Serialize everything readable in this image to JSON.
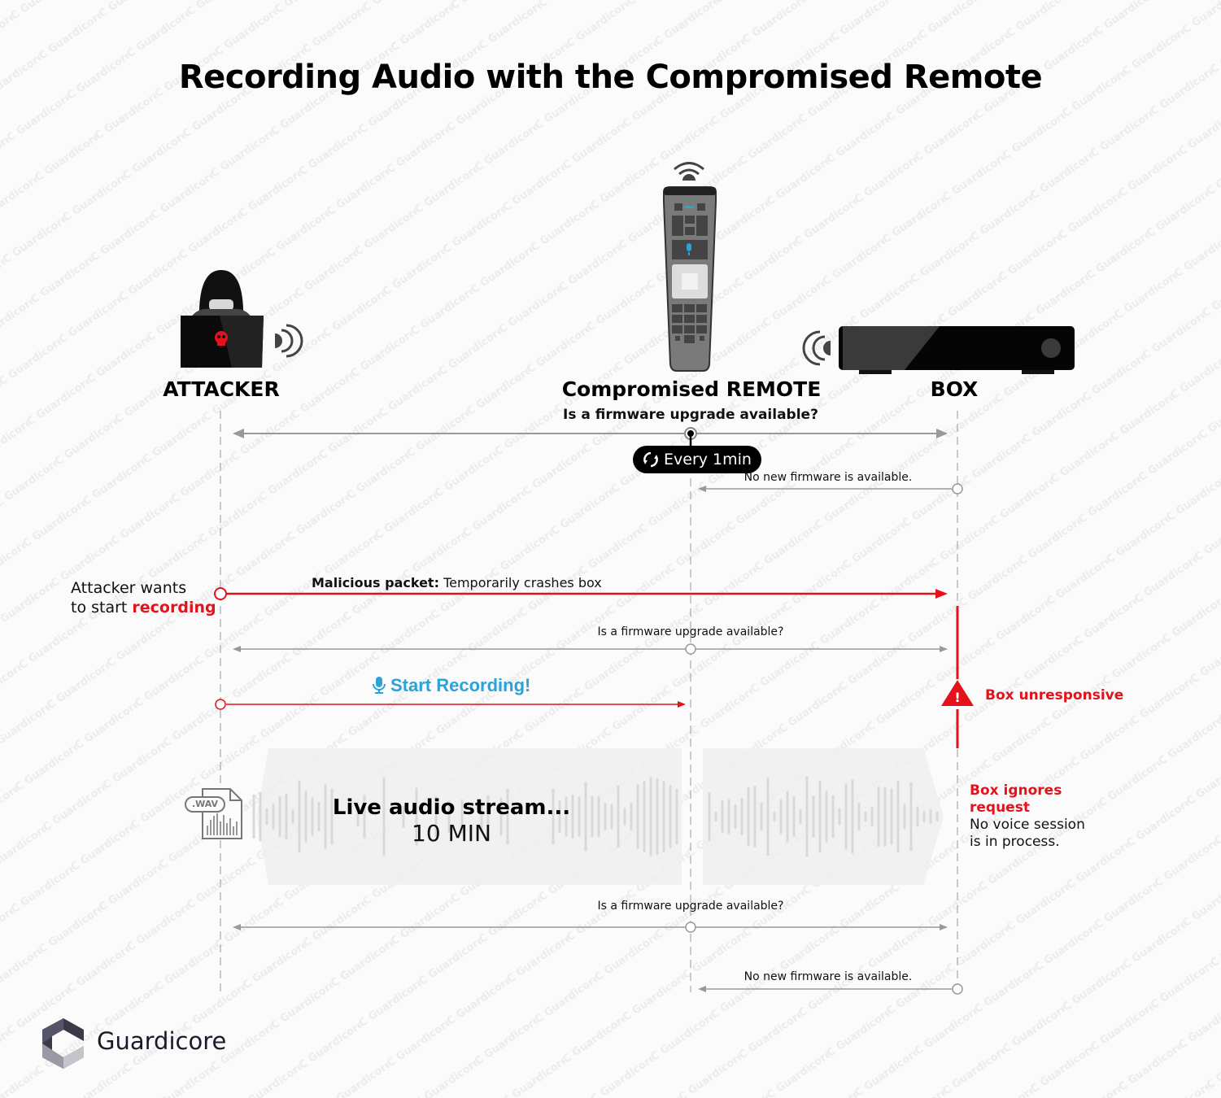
{
  "title": "Recording Audio with the Compromised Remote",
  "actors": {
    "attacker": {
      "label": "ATTACKER",
      "icon": "hooded-hacker-laptop-icon"
    },
    "remote": {
      "label": "Compromised REMOTE",
      "icon": "tv-remote-icon"
    },
    "box": {
      "label": "BOX",
      "icon": "set-top-box-icon"
    }
  },
  "colors": {
    "alert": "#e3121b",
    "accent_blue": "#2aa3d8",
    "line_gray": "#999999",
    "text": "#111111"
  },
  "messages": {
    "firmware_query_1": "Is a firmware upgrade available?",
    "polling_badge": "Every 1min",
    "firmware_reply_1": "No new firmware is available.",
    "malicious_label_bold": "Malicious packet:",
    "malicious_label_rest": " Temporarily crashes box",
    "firmware_query_2": "Is a firmware upgrade available?",
    "start_recording": "Start Recording!",
    "firmware_query_3": "Is a firmware upgrade available?",
    "firmware_reply_2": "No new firmware is available."
  },
  "side_notes": {
    "attacker_line1": "Attacker wants",
    "attacker_line2_prefix": "to start ",
    "attacker_line2_highlight": "recording",
    "box_unresponsive": "Box unresponsive",
    "box_ignores_line1": "Box ignores",
    "box_ignores_line2": "request",
    "box_ignores_detail1": "No voice session",
    "box_ignores_detail2": "is in process."
  },
  "stream": {
    "title": "Live audio stream...",
    "duration": "10 MIN",
    "file_label": ".WAV"
  },
  "brand": {
    "name": "Guardicore",
    "watermark": "Guardicore"
  }
}
